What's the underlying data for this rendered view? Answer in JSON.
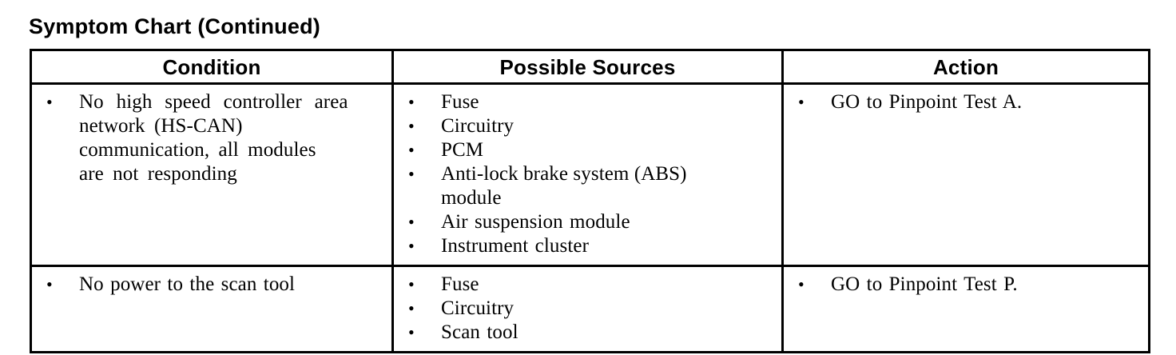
{
  "document": {
    "title": "Symptom Chart (Continued)"
  },
  "table": {
    "headers": {
      "condition": "Condition",
      "sources": "Possible Sources",
      "action": "Action"
    },
    "rows": [
      {
        "condition": {
          "lines": [
            "No high speed controller area",
            "network (HS-CAN)",
            "communication, all modules",
            "are not responding"
          ],
          "text": "No high speed controller area network (HS-CAN) communication, all modules are not responding"
        },
        "sources": [
          {
            "text": "Fuse"
          },
          {
            "text": "Circuitry"
          },
          {
            "text": "PCM"
          },
          {
            "text": "Anti-lock brake system (ABS) module",
            "line1": "Anti-lock brake system (ABS)",
            "line2": "module"
          },
          {
            "text": "Air suspension module"
          },
          {
            "text": "Instrument cluster"
          }
        ],
        "actions": [
          {
            "text": "GO to Pinpoint Test A."
          }
        ]
      },
      {
        "condition": {
          "lines": [
            "No power to the scan tool"
          ],
          "text": "No power to the scan tool"
        },
        "sources": [
          {
            "text": "Fuse"
          },
          {
            "text": "Circuitry"
          },
          {
            "text": "Scan tool"
          }
        ],
        "actions": [
          {
            "text": "GO to Pinpoint Test P."
          }
        ]
      }
    ]
  },
  "style": {
    "border_color": "#000000",
    "text_color": "#000000",
    "background": "#ffffff"
  }
}
